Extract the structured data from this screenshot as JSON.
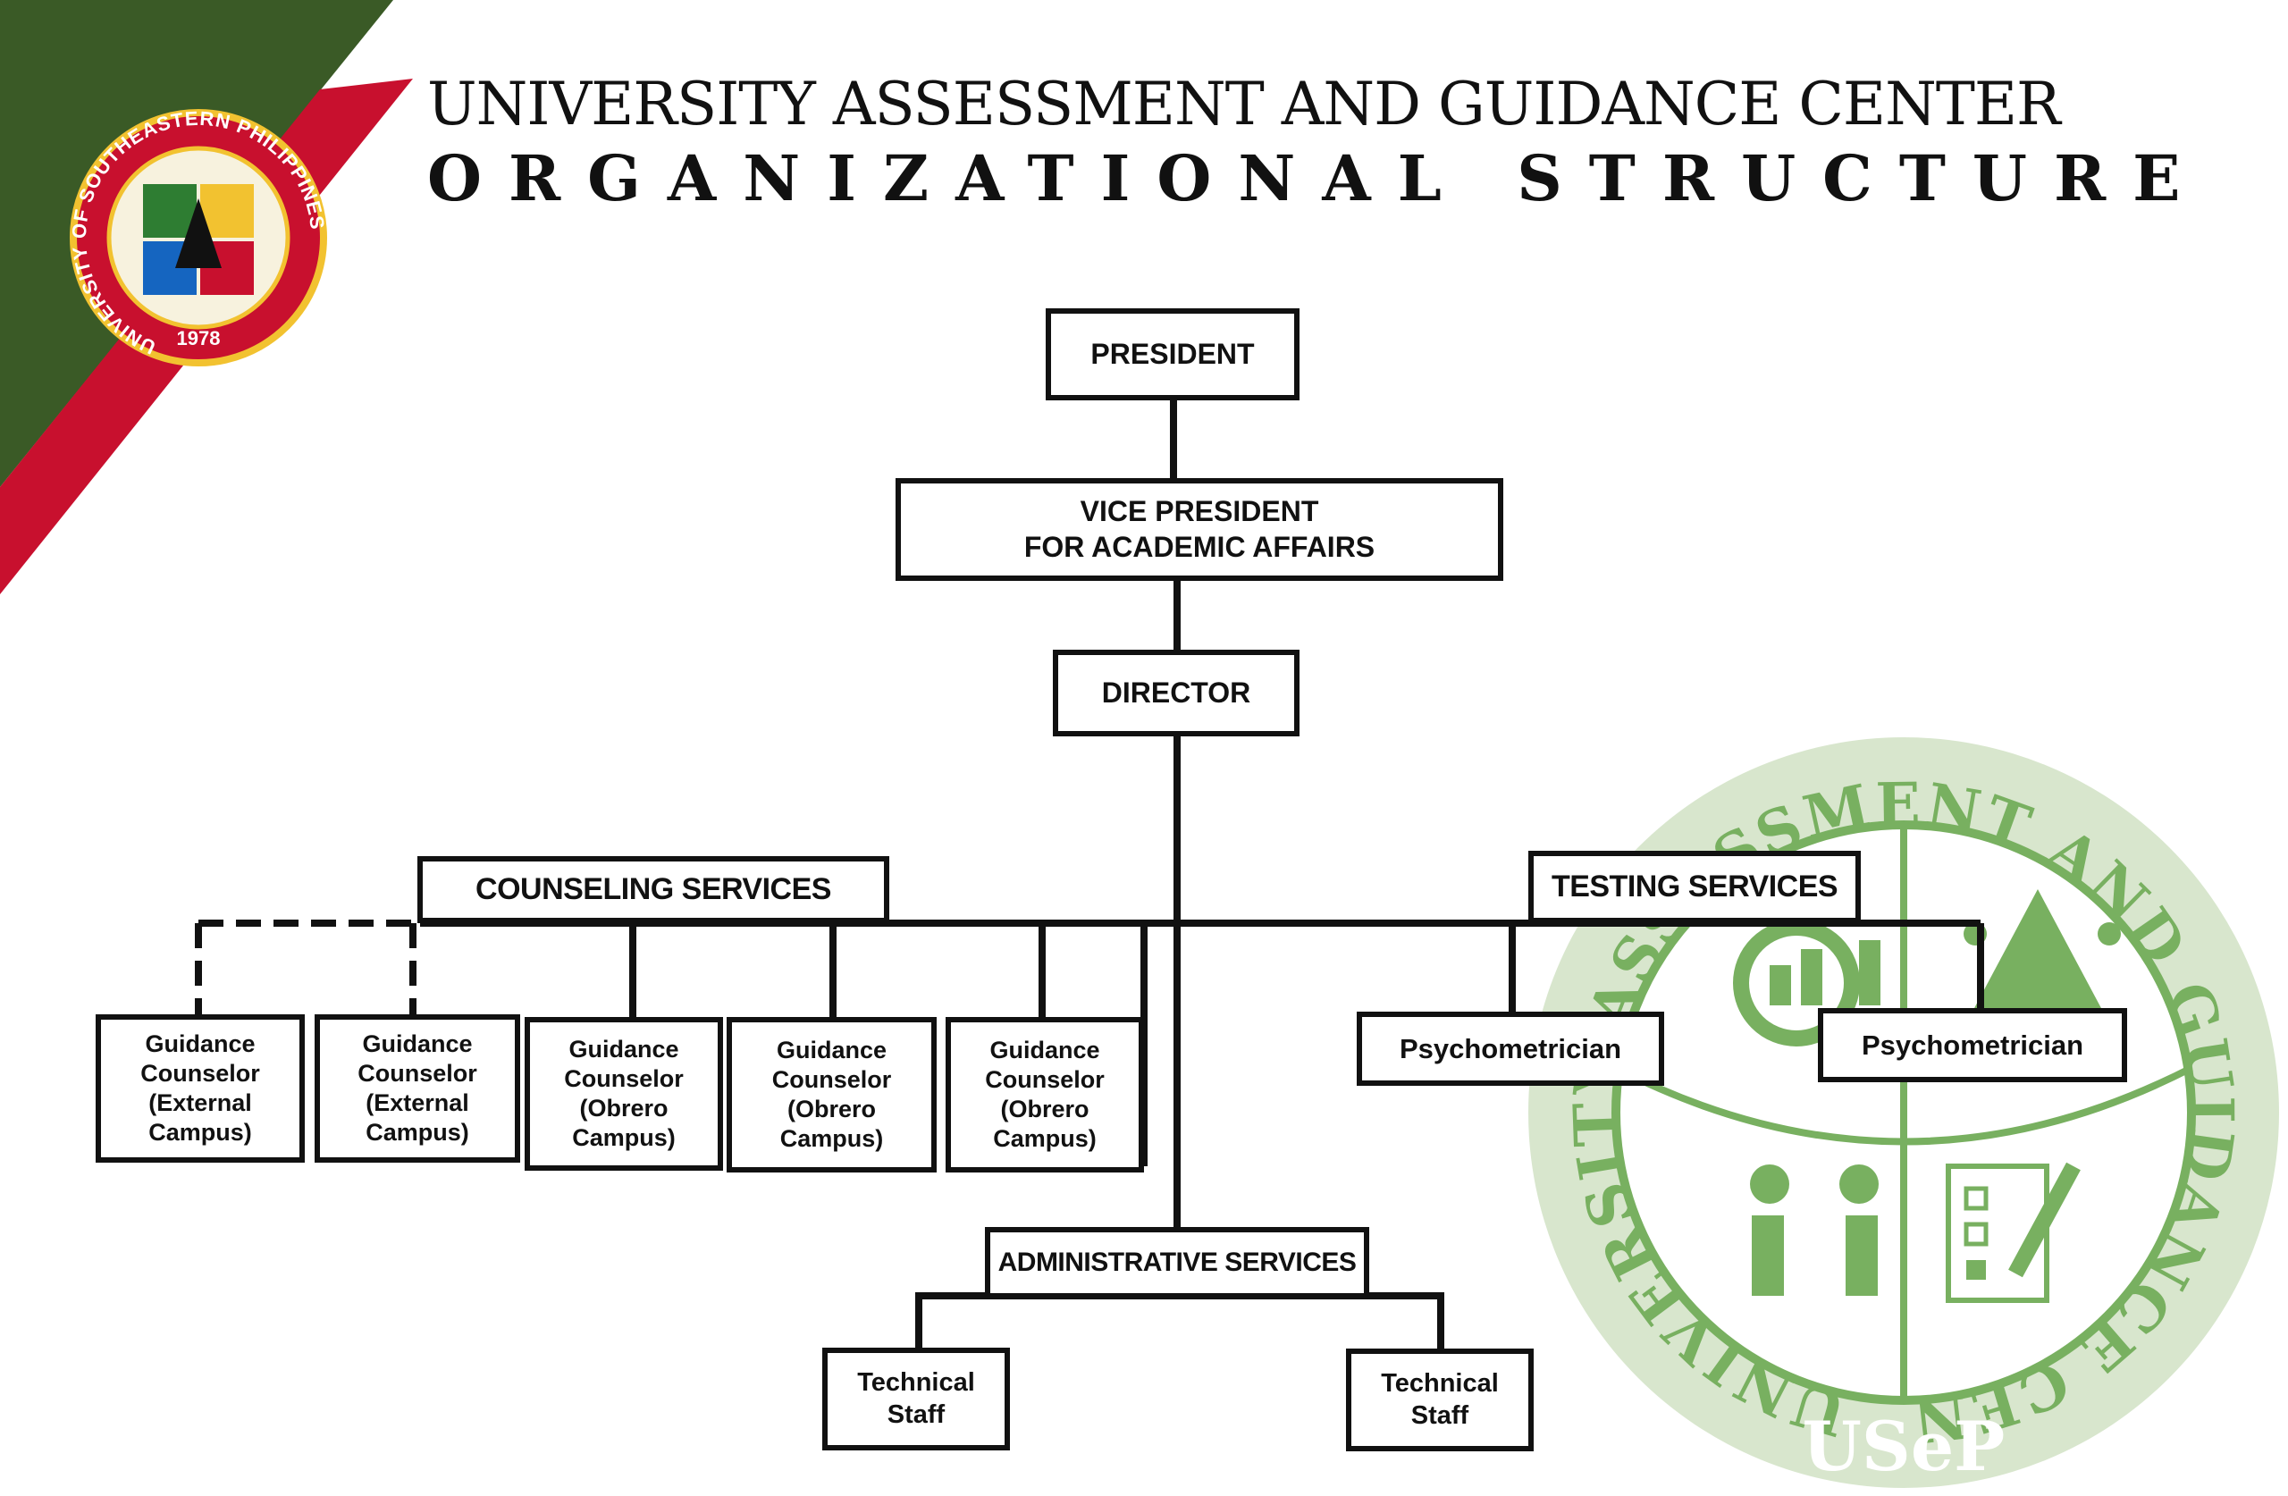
{
  "header": {
    "title_line1": "UNIVERSITY ASSESSMENT AND GUIDANCE CENTER",
    "title_line2": "ORGANIZATIONAL STRUCTURE"
  },
  "seal": {
    "ring_text": "UNIVERSITY OF SOUTHEASTERN PHILIPPINES",
    "year": "1978"
  },
  "watermark": {
    "ring_text": "UNIVERSITY ASSESSMENT AND GUIDANCE CENTER",
    "acronym": "USeP"
  },
  "org": {
    "president": "PRESIDENT",
    "vice_president": "VICE PRESIDENT\nFOR ACADEMIC AFFAIRS",
    "director": "DIRECTOR",
    "counseling_services": "COUNSELING SERVICES",
    "testing_services": "TESTING SERVICES",
    "administrative_services": "ADMINISTRATIVE SERVICES",
    "counselors": [
      "Guidance\nCounselor\n(External\nCampus)",
      "Guidance\nCounselor\n(External\nCampus)",
      "Guidance\nCounselor\n(Obrero\nCampus)",
      "Guidance\nCounselor\n(Obrero\nCampus)",
      "Guidance\nCounselor\n(Obrero\nCampus)"
    ],
    "psychometricians": [
      "Psychometrician",
      "Psychometrician"
    ],
    "technical_staff": [
      "Technical\nStaff",
      "Technical\nStaff"
    ]
  },
  "colors": {
    "green": "#3a5a26",
    "red": "#c8102e",
    "watermark_green": "#6aa84f",
    "line": "#111111"
  }
}
